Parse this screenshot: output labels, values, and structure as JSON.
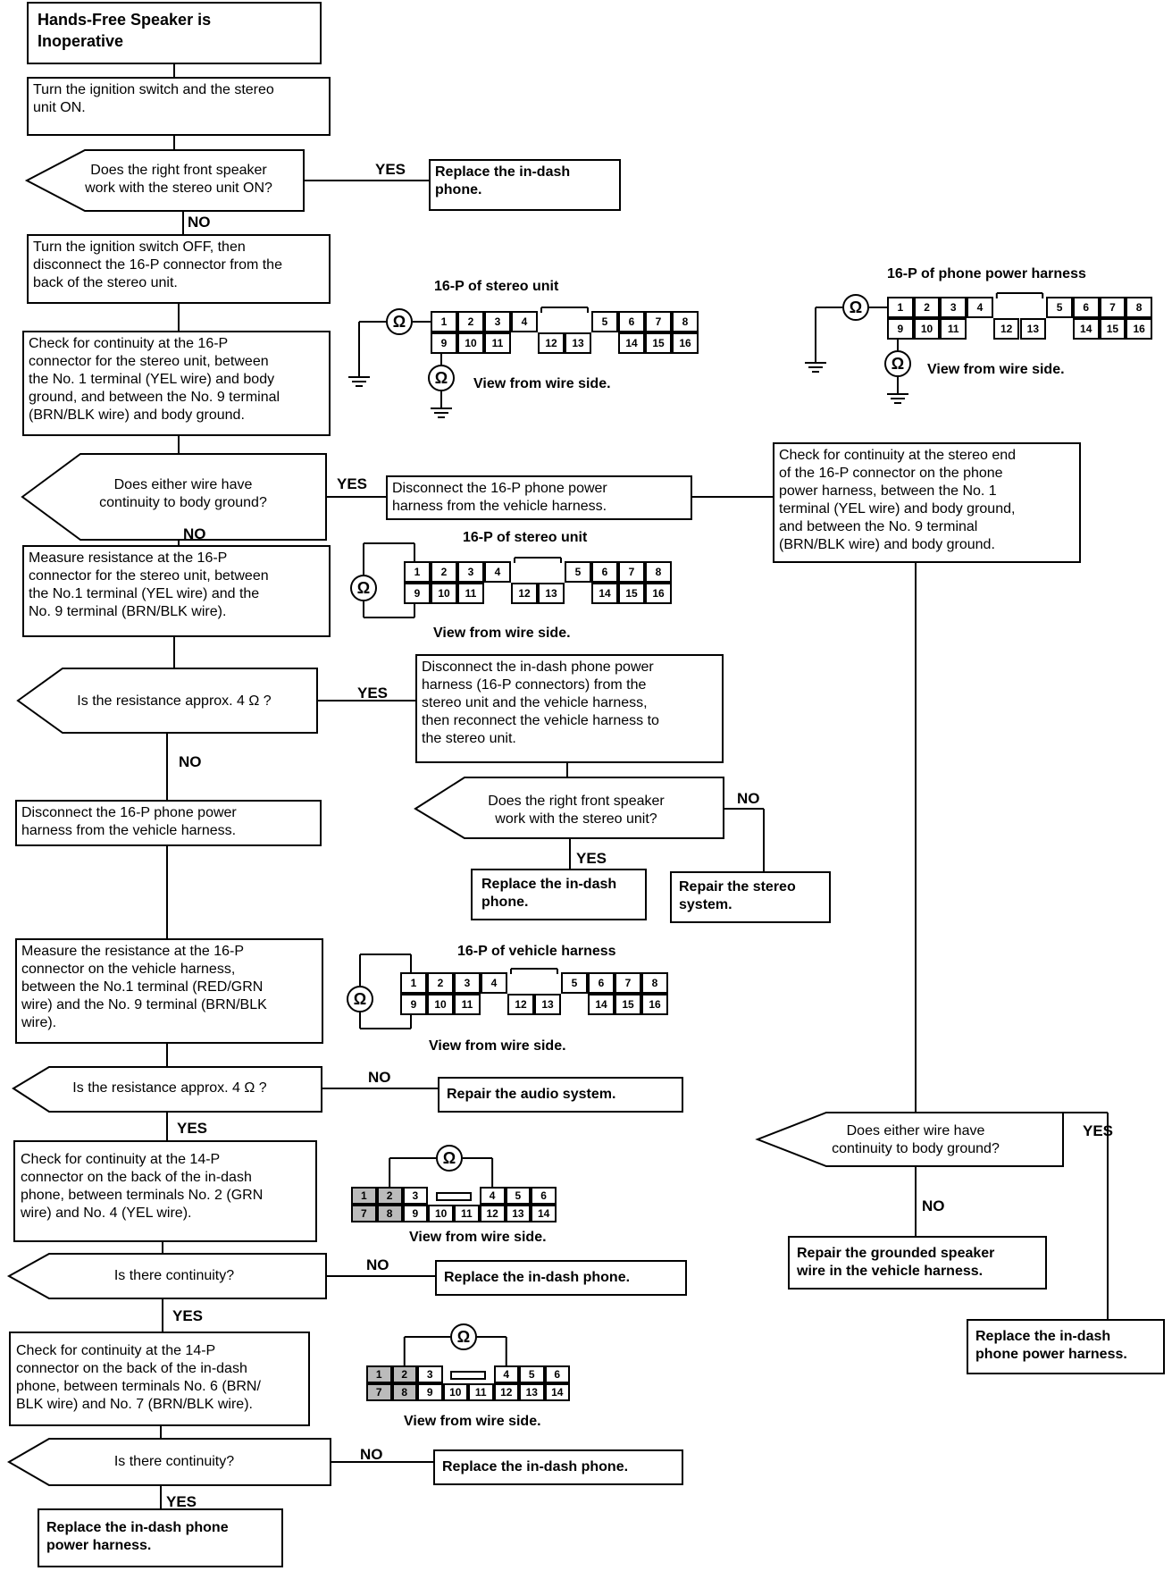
{
  "title_box": "Hands-Free Speaker is\nInoperative",
  "ohm_symbol": "Ω",
  "boxes": {
    "b_turn_on": "Turn the ignition switch and the stereo\nunit ON.",
    "b_replace1": "Replace the in-dash\nphone.",
    "b_turn_off": "Turn the ignition switch OFF, then\ndisconnect the 16-P connector from the\nback of the stereo unit.",
    "b_check1": "Check for continuity at the 16-P\nconnector for the stereo unit, between\nthe No. 1 terminal (YEL wire) and body\nground, and between the No. 9 terminal\n(BRN/BLK wire) and body ground.",
    "b_disconnect_power": "Disconnect the 16-P phone power\nharness from the vehicle harness.",
    "b_check_stereo_end": "Check for continuity at the stereo end\nof the 16-P connector on the phone\npower harness, between the No. 1\nterminal (YEL wire) and body ground,\nand between the No. 9 terminal\n(BRN/BLK wire) and body ground.",
    "b_measure1": "Measure resistance at the 16-P\nconnector for the stereo unit, between\nthe No.1 terminal (YEL wire) and the\nNo. 9 terminal (BRN/BLK wire).",
    "b_disconnect_indash": "Disconnect the in-dash phone power\nharness (16-P connectors) from the\nstereo unit and the vehicle harness,\nthen reconnect the vehicle harness to\nthe stereo unit.",
    "b_disconnect2": "Disconnect the 16-P phone power\nharness from the vehicle harness.",
    "b_replace2": "Replace the in-dash\nphone.",
    "b_repair_stereo": "Repair the stereo\nsystem.",
    "b_measure2": "Measure the resistance at the 16-P\nconnector on the vehicle harness,\nbetween the No.1 terminal (RED/GRN\nwire) and the No. 9 terminal (BRN/BLK\nwire).",
    "b_repair_audio": "Repair the audio system.",
    "b_check14_1": "Check for continuity at the 14-P\nconnector on the back of the in-dash\nphone, between terminals No. 2 (GRN\nwire) and No. 4 (YEL wire).",
    "b_replace3": "Replace the in-dash phone.",
    "b_check14_2": "Check for continuity at the 14-P\nconnector on the back of the in-dash\nphone, between terminals No. 6 (BRN/\nBLK wire) and No. 7 (BRN/BLK wire).",
    "b_replace4": "Replace the in-dash phone.",
    "b_replace_harness": "Replace the in-dash phone\npower harness.",
    "b_repair_grounded": "Repair the grounded speaker\nwire in the vehicle harness.",
    "b_replace_harness2": "Replace the in-dash\nphone power harness."
  },
  "decisions": {
    "d1": "Does the right front speaker\nwork with the stereo unit ON?",
    "d2": "Does either wire have\ncontinuity to body ground?",
    "d3": "Is the resistance approx. 4 Ω ?",
    "d4": "Does the right front speaker\nwork with the stereo unit?",
    "d5": "Is the resistance approx. 4 Ω ?",
    "d6": "Is there continuity?",
    "d7": "Is there continuity?",
    "d8": "Does either wire have\ncontinuity to body ground?"
  },
  "labels": {
    "l_d1_yes": "YES",
    "l_d1_no": "NO",
    "l_d2_yes": "YES",
    "l_d2_no": "NO",
    "l_d3_yes": "YES",
    "l_d3_no": "NO",
    "l_d4_no": "NO",
    "l_d4_yes": "YES",
    "l_d5_no": "NO",
    "l_d5_yes": "YES",
    "l_d6_no": "NO",
    "l_d6_yes": "YES",
    "l_d7_no": "NO",
    "l_d7_yes": "YES",
    "l_d8_yes": "YES",
    "l_d8_no": "NO"
  },
  "connectors": {
    "c_stereo1": {
      "title": "16-P of stereo unit",
      "view": "View from wire side."
    },
    "c_phone_power": {
      "title": "16-P of phone power harness",
      "view": "View from wire side."
    },
    "c_stereo2": {
      "title": "16-P of stereo unit",
      "view": "View from wire side."
    },
    "c_vehicle": {
      "title": "16-P of vehicle harness",
      "view": "View from wire side."
    },
    "c_14p_1": {
      "view": "View from wire side."
    },
    "c_14p_2": {
      "view": "View from wire side."
    }
  },
  "connector16_top": [
    "1",
    "2",
    "3",
    "4",
    "5",
    "6",
    "7",
    "8"
  ],
  "connector16_bottom": [
    "9",
    "10",
    "11",
    "12",
    "13",
    "14",
    "15",
    "16"
  ],
  "connector14_top": [
    "1",
    "2",
    "3",
    "4",
    "5",
    "6"
  ],
  "connector14_bottom": [
    "7",
    "8",
    "9",
    "10",
    "11",
    "12",
    "13",
    "14"
  ]
}
